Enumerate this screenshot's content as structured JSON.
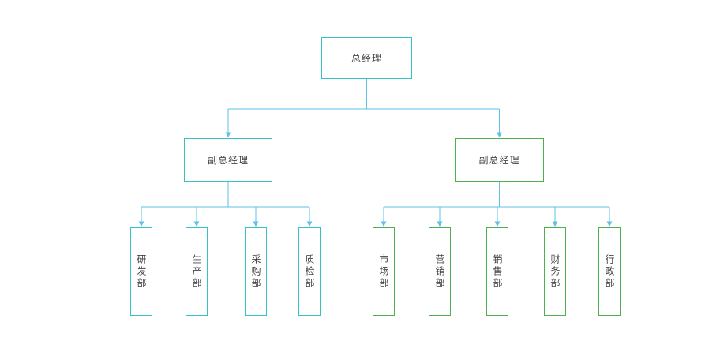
{
  "diagram": {
    "type": "org-chart",
    "colors": {
      "connector": "#5ec1e8",
      "teal": "#35c3c1",
      "green": "#4caf50",
      "text": "#444444",
      "canvas-bg": "#ffffff"
    },
    "root": {
      "label": "总经理"
    },
    "branches": [
      {
        "label": "副总经理",
        "children": [
          {
            "label": "研发部"
          },
          {
            "label": "生产部"
          },
          {
            "label": "采购部"
          },
          {
            "label": "质检部"
          }
        ]
      },
      {
        "label": "副总经理",
        "children": [
          {
            "label": "市场部"
          },
          {
            "label": "营销部"
          },
          {
            "label": "销售部"
          },
          {
            "label": "财务部"
          },
          {
            "label": "行政部"
          }
        ]
      }
    ]
  }
}
